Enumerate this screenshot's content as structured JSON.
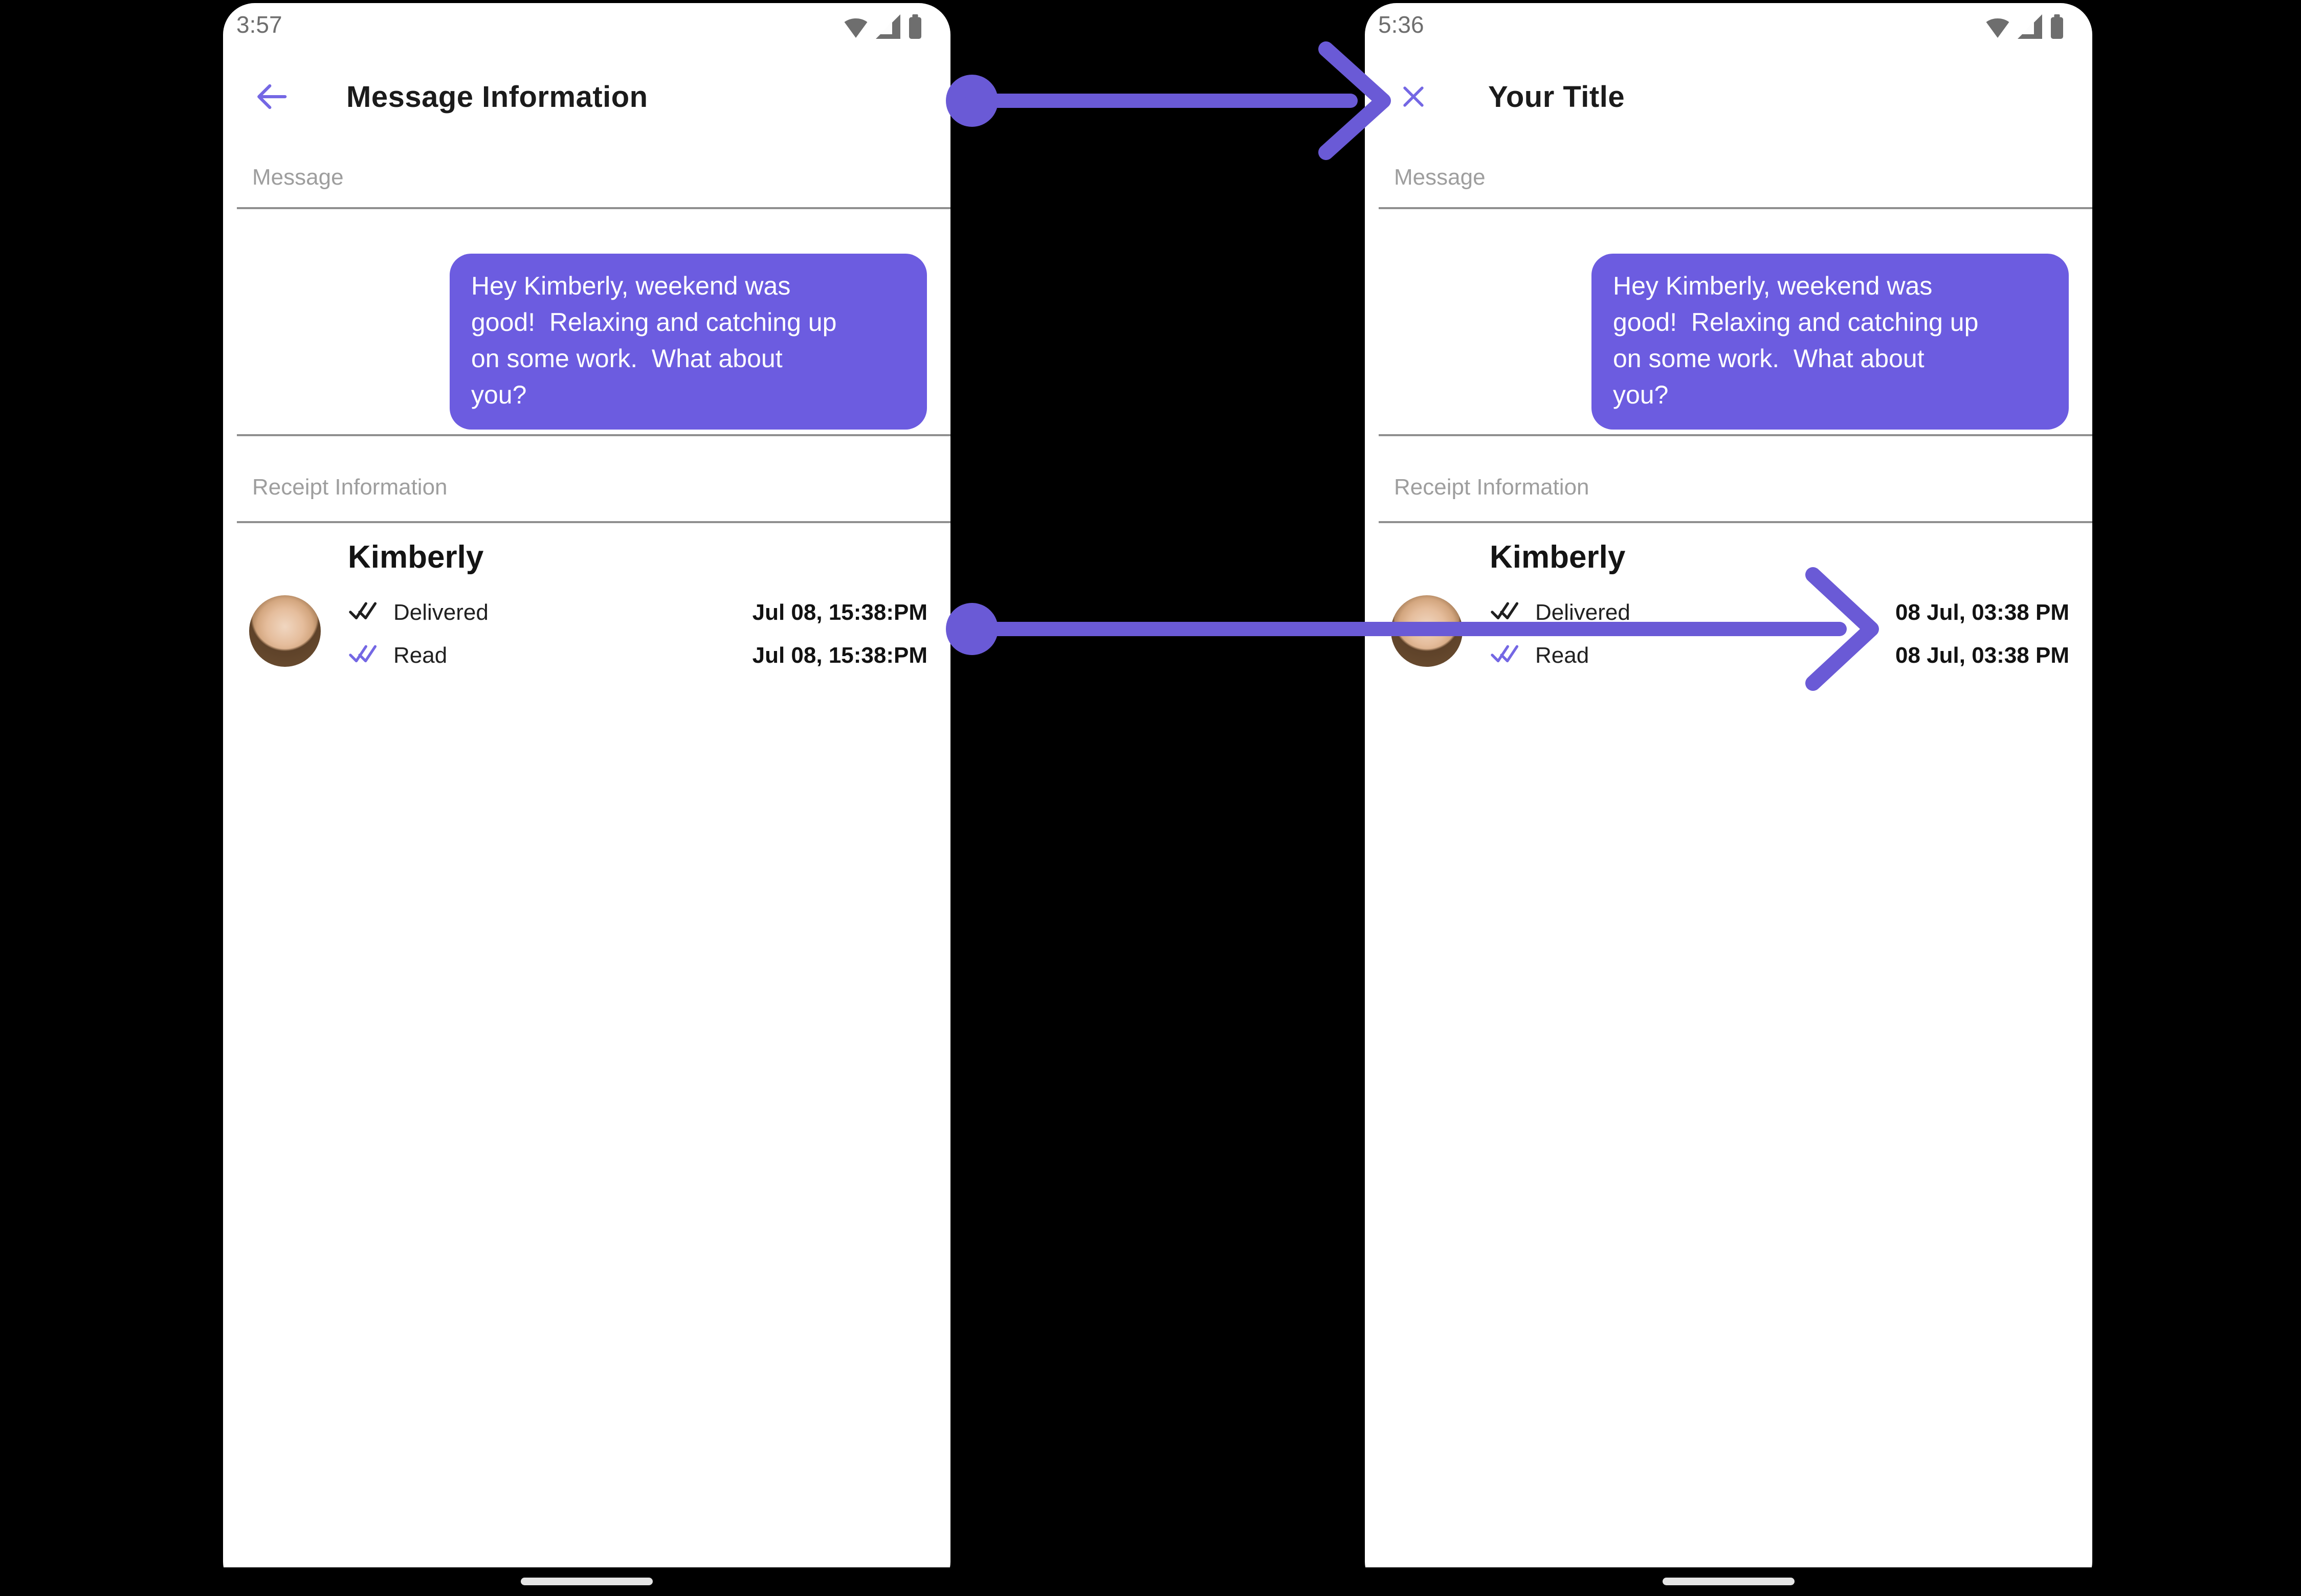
{
  "colors": {
    "screen": "#ffffff",
    "accent-icon": "#7467e4",
    "bubble": "#6c5ce0",
    "arrow": "#6a5ad6",
    "text-dark": "#1b1b1b",
    "muted": "#9e9e9e",
    "status-gray": "#6e6e6e",
    "divider": "#8f8f8f",
    "check-delivered": "#1f1f1f",
    "home-pill": "#e4e4e4"
  },
  "left_screen": {
    "status_time": "3:57",
    "title": "Message Information",
    "message_label": "Message",
    "bubble_lines": [
      "Hey Kimberly, weekend was",
      "good!  Relaxing and catching up",
      "on some work.  What about",
      "you?"
    ],
    "receipt_label": "Receipt Information",
    "contact_name": "Kimberly",
    "delivered_label": "Delivered",
    "delivered_time": "Jul 08, 15:38:PM",
    "read_label": "Read",
    "read_time": "Jul 08, 15:38:PM"
  },
  "right_screen": {
    "status_time": "5:36",
    "title": "Your Title",
    "message_label": "Message",
    "bubble_lines": [
      "Hey Kimberly, weekend was",
      "good!  Relaxing and catching up",
      "on some work.  What about",
      "you?"
    ],
    "receipt_label": "Receipt Information",
    "contact_name": "Kimberly",
    "delivered_label": "Delivered",
    "delivered_time": "08 Jul, 03:38 PM",
    "read_label": "Read",
    "read_time": "08 Jul, 03:38 PM"
  },
  "icons": {
    "left_nav": "back-arrow-icon",
    "right_nav": "close-icon",
    "status": [
      "wifi-icon",
      "cell-signal-icon",
      "battery-icon"
    ],
    "delivered": "double-check-icon",
    "read": "double-check-icon",
    "annotations": [
      "arrow-title-change",
      "arrow-timestamp-change"
    ]
  }
}
